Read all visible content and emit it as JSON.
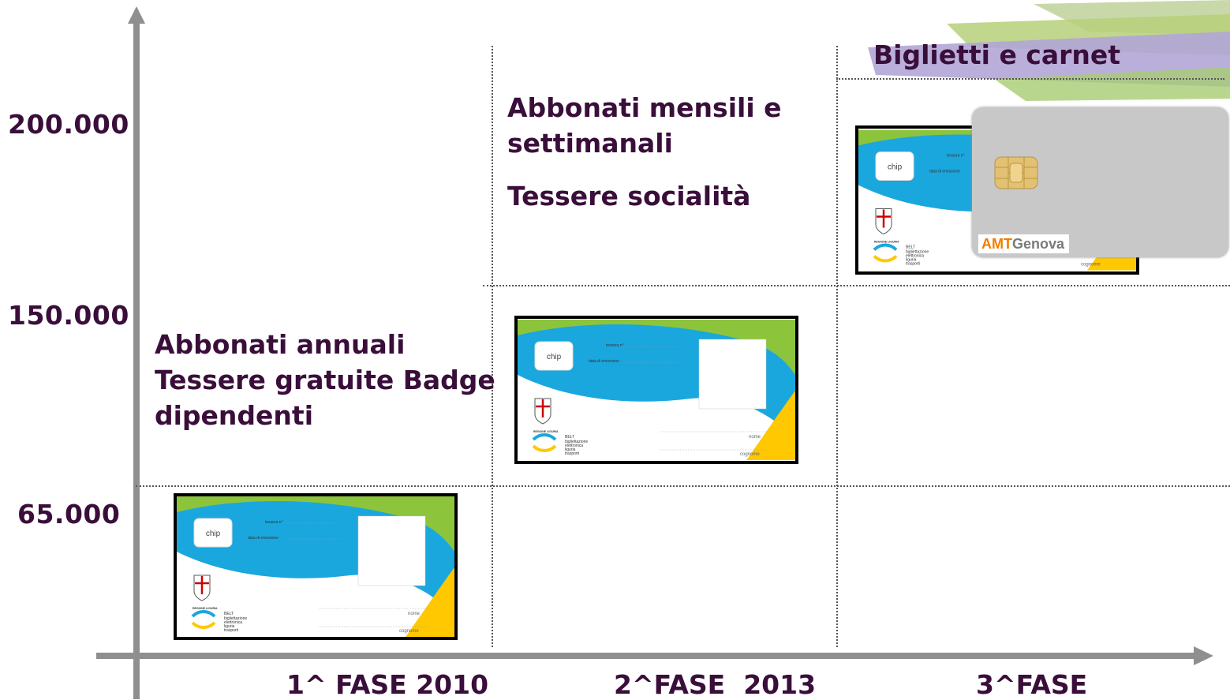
{
  "y_axis": {
    "ticks": [
      "200.000",
      "150.000",
      "65.000"
    ]
  },
  "x_axis": {
    "phases": [
      "1^ FASE 2010",
      "2^FASE  2013",
      "3^FASE"
    ]
  },
  "phase1": {
    "lines": [
      "Abbonati annuali",
      "Tessere gratuite Badge",
      "dipendenti"
    ]
  },
  "phase2": {
    "line1": "Abbonati mensili e",
    "line2": "settimanali",
    "line3": "Tessere socialità"
  },
  "phase3": {
    "title": "Biglietti e carnet",
    "brand_amt": "AMT",
    "brand_genova": "Genova"
  },
  "card": {
    "chip": "chip",
    "tessera": "tessera n°",
    "emissione": "data di emissione",
    "nome": "nome",
    "cognome": "cognome",
    "regione": "REGIONE LIGURIA",
    "belt1": "BELT",
    "belt2": "bigliettazione",
    "belt3": "elettronica",
    "belt4": "liguria",
    "belt5": "trasporti"
  },
  "colors": {
    "text": "#3a0e3a",
    "axis": "#8f8f8f",
    "card_blue": "#1aa7de",
    "card_green": "#8cc43c",
    "card_yellow": "#ffc800",
    "amt_orange": "#f07d00"
  }
}
